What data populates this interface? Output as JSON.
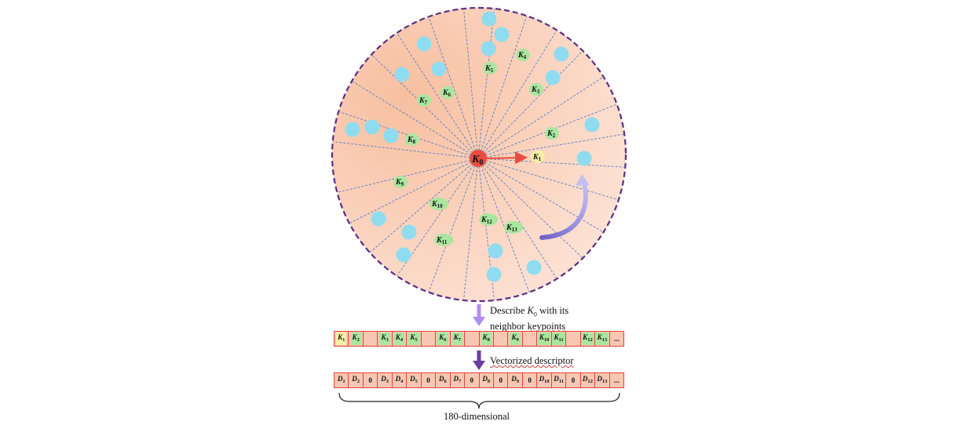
{
  "center_label": {
    "base": "K",
    "sub": "0"
  },
  "sector_labels": [
    {
      "base": "K",
      "sub": "1"
    },
    {
      "base": "K",
      "sub": "2"
    },
    {
      "base": "K",
      "sub": "3"
    },
    {
      "base": "K",
      "sub": "4"
    },
    {
      "base": "K",
      "sub": "5"
    },
    {
      "base": "K",
      "sub": "6"
    },
    {
      "base": "K",
      "sub": "7"
    },
    {
      "base": "K",
      "sub": "8"
    },
    {
      "base": "K",
      "sub": "9"
    },
    {
      "base": "K",
      "sub": "10"
    },
    {
      "base": "K",
      "sub": "11"
    },
    {
      "base": "K",
      "sub": "12"
    },
    {
      "base": "K",
      "sub": "13"
    }
  ],
  "step1": {
    "text_before": "Describe ",
    "symbol": "K",
    "symbol_sub": "0",
    "text_after": " with its",
    "line2_plain": "neighbor ",
    "line2_wavy": "keypoints"
  },
  "step2": {
    "text": "Vectorized descriptor"
  },
  "keypoint_row": [
    {
      "base": "K",
      "sub": "1",
      "style": "yellow"
    },
    {
      "base": "K",
      "sub": "2",
      "style": "green"
    },
    {
      "base": "",
      "sub": "",
      "style": "none"
    },
    {
      "base": "K",
      "sub": "3",
      "style": "green"
    },
    {
      "base": "K",
      "sub": "4",
      "style": "green"
    },
    {
      "base": "K",
      "sub": "5",
      "style": "green"
    },
    {
      "base": "",
      "sub": "",
      "style": "none"
    },
    {
      "base": "K",
      "sub": "6",
      "style": "green"
    },
    {
      "base": "K",
      "sub": "7",
      "style": "green"
    },
    {
      "base": "",
      "sub": "",
      "style": "none"
    },
    {
      "base": "K",
      "sub": "8",
      "style": "green"
    },
    {
      "base": "",
      "sub": "",
      "style": "none"
    },
    {
      "base": "K",
      "sub": "9",
      "style": "green"
    },
    {
      "base": "",
      "sub": "",
      "style": "none"
    },
    {
      "base": "K",
      "sub": "10",
      "style": "green"
    },
    {
      "base": "K",
      "sub": "11",
      "style": "green"
    },
    {
      "base": "",
      "sub": "",
      "style": "none"
    },
    {
      "base": "K",
      "sub": "12",
      "style": "green"
    },
    {
      "base": "K",
      "sub": "13",
      "style": "green"
    },
    {
      "base": "...",
      "sub": "",
      "style": "none"
    }
  ],
  "descriptor_row": [
    {
      "base": "D",
      "sub": "1"
    },
    {
      "base": "D",
      "sub": "2"
    },
    {
      "base": "0",
      "sub": ""
    },
    {
      "base": "D",
      "sub": "3"
    },
    {
      "base": "D",
      "sub": "4"
    },
    {
      "base": "D",
      "sub": "5"
    },
    {
      "base": "0",
      "sub": ""
    },
    {
      "base": "D",
      "sub": "6"
    },
    {
      "base": "D",
      "sub": "7"
    },
    {
      "base": "0",
      "sub": ""
    },
    {
      "base": "D",
      "sub": "8"
    },
    {
      "base": "0",
      "sub": ""
    },
    {
      "base": "D",
      "sub": "9"
    },
    {
      "base": "0",
      "sub": ""
    },
    {
      "base": "D",
      "sub": "10"
    },
    {
      "base": "D",
      "sub": "11"
    },
    {
      "base": "0",
      "sub": ""
    },
    {
      "base": "D",
      "sub": "12"
    },
    {
      "base": "D",
      "sub": "13"
    },
    {
      "base": "...",
      "sub": ""
    }
  ],
  "dimension_label": "180-dimensional",
  "colors": {
    "disc_light": "#fde3d6",
    "disc_dark": "#f7bfa0",
    "border": "#5b2d83",
    "spoke": "#5b7fc0",
    "center": "#ea4b41",
    "green": "#a9e6a0",
    "yellow": "#f3f0a5",
    "neighbor": "#8fdcf0",
    "cell_border": "#e8423b",
    "arrow_light": "#b08cf2",
    "arrow_dark": "#6a3ea0",
    "rotation": "#8a7fdc"
  }
}
